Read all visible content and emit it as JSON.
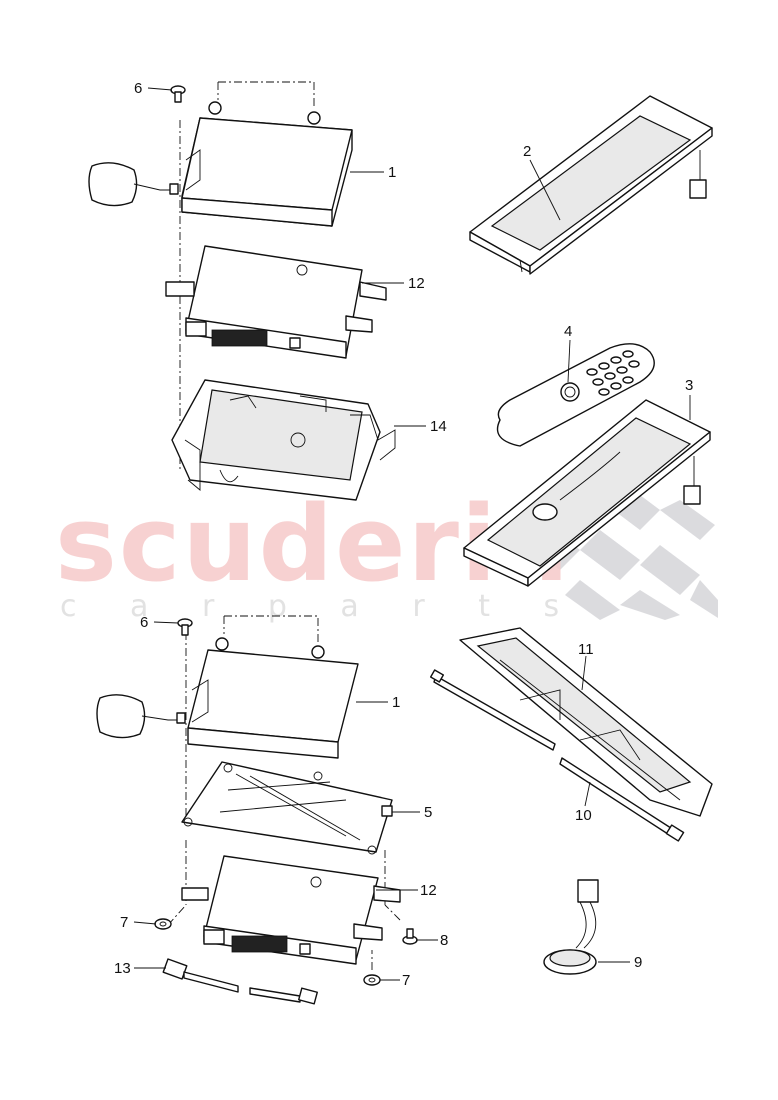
{
  "watermark": {
    "brand": "scuderia",
    "tagline": "c a r   p a r t s",
    "brand_color": "#f4c6c6",
    "flag_color": "#d6d6da"
  },
  "callouts": {
    "c1_top": "1",
    "c1_bottom": "1",
    "c2": "2",
    "c3": "3",
    "c4": "4",
    "c5": "5",
    "c6_top": "6",
    "c6_bottom": "6",
    "c7_left": "7",
    "c7_right": "7",
    "c8": "8",
    "c9": "9",
    "c10": "10",
    "c11": "11",
    "c12_top": "12",
    "c12_bottom": "12",
    "c13": "13",
    "c14": "14"
  }
}
